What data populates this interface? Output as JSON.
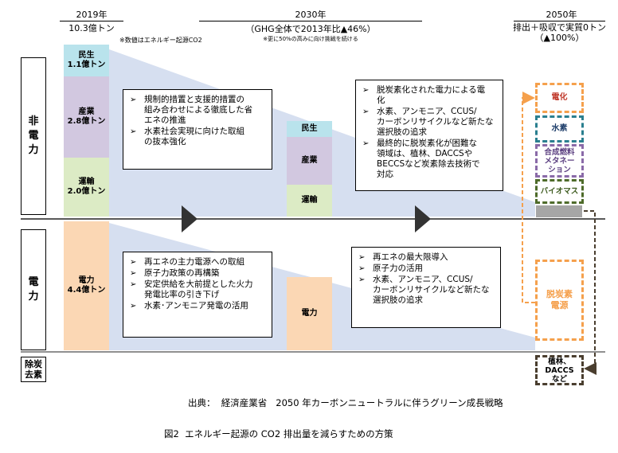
{
  "headers": {
    "year_2019": "2019年",
    "total_2019": "10.3億トン",
    "note_2019": "※数値はエネルギー起源CO2",
    "year_2030": "2030年",
    "target_2030": "（GHG全体で2013年比▲46%）",
    "note_2030": "※更に50%の高みに向け挑戦を続ける",
    "year_2050": "2050年",
    "target_2050_line1": "排出＋吸収で実質0トン",
    "target_2050_line2": "（▲100%）"
  },
  "row_labels": {
    "non_power": "非\n電\n力",
    "power": "電\n力",
    "removal": "除炭\n去素"
  },
  "bars_2019": {
    "residential": "民生\n1.1億トン",
    "industry": "産業\n2.8億トン",
    "transport": "運輸\n2.0億トン",
    "power": "電力\n4.4億トン"
  },
  "bars_2030": {
    "residential": "民生",
    "industry": "産業",
    "transport": "運輸",
    "power": "電力"
  },
  "boxes": {
    "nonpower_2030": [
      "規制的措置と支援的措置の\n組み合わせによる徹底した省\nエネの推進",
      "水素社会実現に向けた取組\nの抜本強化"
    ],
    "nonpower_2050": [
      "脱炭素化された電力による電\n化",
      "水素、アンモニア、CCUS/\nカーボンリサイクルなど新たな\n選択肢の追求",
      "最終的に脱炭素化が困難な\n領域は、植林、DACCSや\nBECCSなど炭素除去技術で\n対応"
    ],
    "power_2030": [
      "再エネの主力電源への取組",
      "原子力政策の再構築",
      "安定供給を大前提とした火力\n発電比率の引き下げ",
      "水素･アンモニア発電の活用"
    ],
    "power_2050": [
      "再エネの最大限導入",
      "原子力の活用",
      "水素、アンモニア、CCUS/\nカーボンリサイクルなど新たな\n選択肢の追求"
    ]
  },
  "targets_2050": {
    "electrification": "電化",
    "hydrogen": "水素",
    "synthetic_fuel": "合成燃料\nメタネー\nション",
    "biomass": "バイオマス",
    "decarbonized_power": "脱炭素\n電源",
    "removal": "植林、\nDACCS\nなど"
  },
  "colors": {
    "residential": "#b9e3ec",
    "industry": "#d2c8e0",
    "transport": "#dcebc5",
    "power": "#fbd7b4",
    "wedge": "#d6dff0",
    "orange": "#f5a04c",
    "teal": "#2a7f8f",
    "purple": "#8a6aa8",
    "olive": "#4e6b2a",
    "dark_dashed": "#4a3e2f"
  },
  "source": "出典：  経済産業省   2050 年カーボンニュートラルに伴うグリーン成長戦略",
  "caption": "図2  エネルギー起源の CO2 排出量を減らすための方策"
}
